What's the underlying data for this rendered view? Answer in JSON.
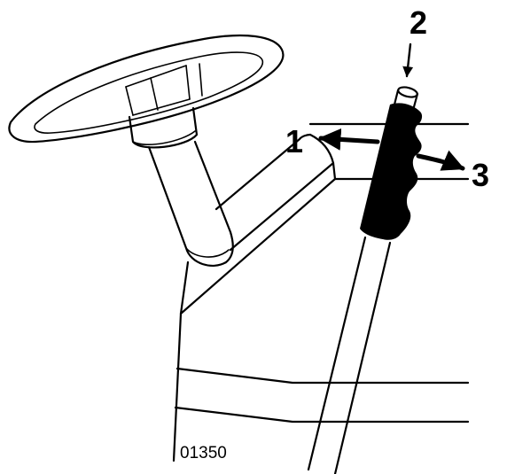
{
  "callouts": {
    "one": "1",
    "two": "2",
    "three": "3"
  },
  "figure_id": "01350",
  "colors": {
    "line": "#000000",
    "background": "#ffffff",
    "grip": "#000000"
  }
}
